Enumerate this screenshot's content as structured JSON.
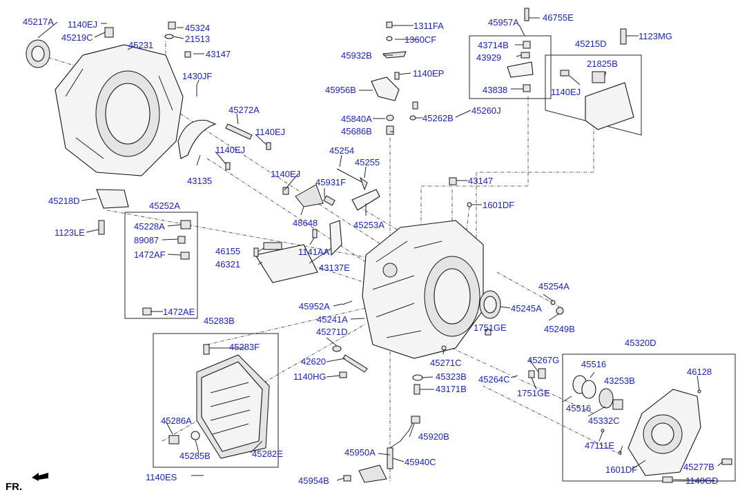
{
  "diagram": {
    "footer_label": "FR.",
    "labels": [
      {
        "id": "p45217A",
        "text": "45217A"
      },
      {
        "id": "p1140EJ_a",
        "text": "1140EJ"
      },
      {
        "id": "p45219C",
        "text": "45219C"
      },
      {
        "id": "p45231",
        "text": "45231"
      },
      {
        "id": "p45324",
        "text": "45324"
      },
      {
        "id": "p21513",
        "text": "21513"
      },
      {
        "id": "p43147_a",
        "text": "43147"
      },
      {
        "id": "p1430JF",
        "text": "1430JF"
      },
      {
        "id": "p45272A",
        "text": "45272A"
      },
      {
        "id": "p1140EJ_b",
        "text": "1140EJ"
      },
      {
        "id": "p1140EJ_c",
        "text": "1140EJ"
      },
      {
        "id": "p43135",
        "text": "43135"
      },
      {
        "id": "p45218D",
        "text": "45218D"
      },
      {
        "id": "p1123LE",
        "text": "1123LE"
      },
      {
        "id": "p45252A",
        "text": "45252A"
      },
      {
        "id": "p45228A",
        "text": "45228A"
      },
      {
        "id": "p89087",
        "text": "89087"
      },
      {
        "id": "p1472AF",
        "text": "1472AF"
      },
      {
        "id": "p1472AE",
        "text": "1472AE"
      },
      {
        "id": "p1311FA",
        "text": "1311FA"
      },
      {
        "id": "p1360CF",
        "text": "1360CF"
      },
      {
        "id": "p45932B",
        "text": "45932B"
      },
      {
        "id": "p1140EP",
        "text": "1140EP"
      },
      {
        "id": "p45956B",
        "text": "45956B"
      },
      {
        "id": "p45840A",
        "text": "45840A"
      },
      {
        "id": "p45686B",
        "text": "45686B"
      },
      {
        "id": "p45262B",
        "text": "45262B"
      },
      {
        "id": "p45260J",
        "text": "45260J"
      },
      {
        "id": "p45957A",
        "text": "45957A"
      },
      {
        "id": "p46755E",
        "text": "46755E"
      },
      {
        "id": "p43714B",
        "text": "43714B"
      },
      {
        "id": "p43929",
        "text": "43929"
      },
      {
        "id": "p43838",
        "text": "43838"
      },
      {
        "id": "p1123MG",
        "text": "1123MG"
      },
      {
        "id": "p45215D",
        "text": "45215D"
      },
      {
        "id": "p21825B",
        "text": "21825B"
      },
      {
        "id": "p1140EJ_d",
        "text": "1140EJ"
      },
      {
        "id": "p45254",
        "text": "45254"
      },
      {
        "id": "p45255",
        "text": "45255"
      },
      {
        "id": "p1140EJ_e",
        "text": "1140EJ"
      },
      {
        "id": "p45931F",
        "text": "45931F"
      },
      {
        "id": "p43147_b",
        "text": "43147"
      },
      {
        "id": "p1601DF_a",
        "text": "1601DF"
      },
      {
        "id": "p48648",
        "text": "48648"
      },
      {
        "id": "p45253A",
        "text": "45253A"
      },
      {
        "id": "p46155",
        "text": "46155"
      },
      {
        "id": "p1141AA",
        "text": "1141AA"
      },
      {
        "id": "p46321",
        "text": "46321"
      },
      {
        "id": "p43137E",
        "text": "43137E"
      },
      {
        "id": "p45254A",
        "text": "45254A"
      },
      {
        "id": "p45245A",
        "text": "45245A"
      },
      {
        "id": "p45952A",
        "text": "45952A"
      },
      {
        "id": "p45241A",
        "text": "45241A"
      },
      {
        "id": "p45249B",
        "text": "45249B"
      },
      {
        "id": "p45283B",
        "text": "45283B"
      },
      {
        "id": "p45271D",
        "text": "45271D"
      },
      {
        "id": "p1751GE_a",
        "text": "1751GE"
      },
      {
        "id": "p45283F",
        "text": "45283F"
      },
      {
        "id": "p45320D",
        "text": "45320D"
      },
      {
        "id": "p42620",
        "text": "42620"
      },
      {
        "id": "p45271C",
        "text": "45271C"
      },
      {
        "id": "p45267G",
        "text": "45267G"
      },
      {
        "id": "p45516_a",
        "text": "45516"
      },
      {
        "id": "p1140HG",
        "text": "1140HG"
      },
      {
        "id": "p45323B",
        "text": "45323B"
      },
      {
        "id": "p45264C",
        "text": "45264C"
      },
      {
        "id": "p43253B",
        "text": "43253B"
      },
      {
        "id": "p46128",
        "text": "46128"
      },
      {
        "id": "p43171B",
        "text": "43171B"
      },
      {
        "id": "p1751GE_b",
        "text": "1751GE"
      },
      {
        "id": "p45516_b",
        "text": "45516"
      },
      {
        "id": "p45286A",
        "text": "45286A"
      },
      {
        "id": "p45332C",
        "text": "45332C"
      },
      {
        "id": "p45920B",
        "text": "45920B"
      },
      {
        "id": "p45285B",
        "text": "45285B"
      },
      {
        "id": "p45282E",
        "text": "45282E"
      },
      {
        "id": "p47111E",
        "text": "47111E"
      },
      {
        "id": "p45950A",
        "text": "45950A"
      },
      {
        "id": "p45940C",
        "text": "45940C"
      },
      {
        "id": "p1601DF_b",
        "text": "1601DF"
      },
      {
        "id": "p45277B",
        "text": "45277B"
      },
      {
        "id": "p1140ES",
        "text": "1140ES"
      },
      {
        "id": "p45954B",
        "text": "45954B"
      },
      {
        "id": "p1140GD",
        "text": "1140GD"
      }
    ]
  }
}
